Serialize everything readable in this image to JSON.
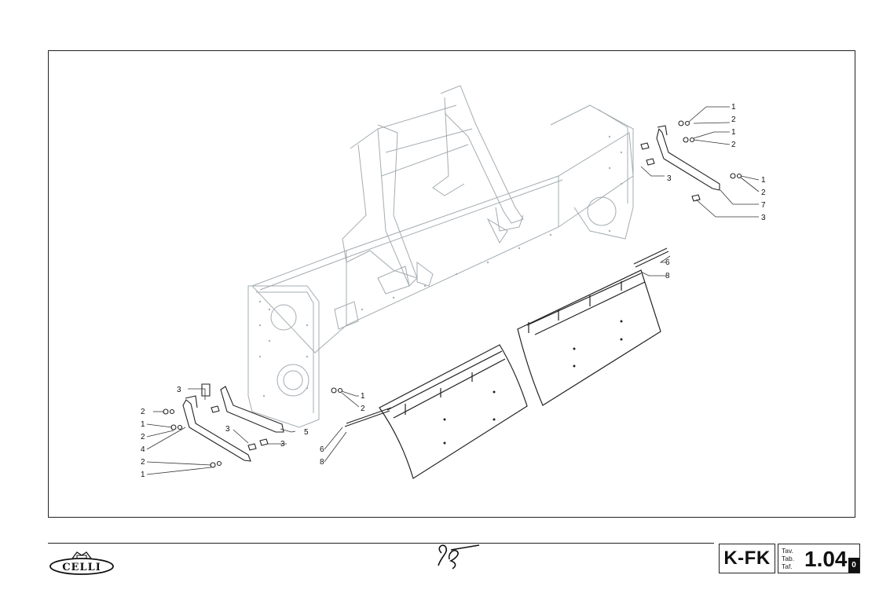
{
  "callouts": {
    "right": [
      "1",
      "2",
      "1",
      "2",
      "3",
      "1",
      "2",
      "7",
      "3"
    ],
    "blade": [
      "6",
      "8"
    ],
    "left": [
      "3",
      "2",
      "1",
      "2",
      "4",
      "2",
      "1",
      "3",
      "3",
      "5"
    ],
    "center": [
      "1",
      "2"
    ],
    "bottom": [
      "6",
      "8"
    ]
  },
  "footer": {
    "logo_text": "CELLI",
    "signature_text": "95"
  },
  "title_block": {
    "model": "K-FK",
    "labels": [
      "Tav.",
      "Tab.",
      "Taf."
    ],
    "table_number": "1.04",
    "revision": "0"
  },
  "colors": {
    "line": "#222222",
    "frame_ghost": "#9aa3a8",
    "hatch": "#b8bec2"
  }
}
